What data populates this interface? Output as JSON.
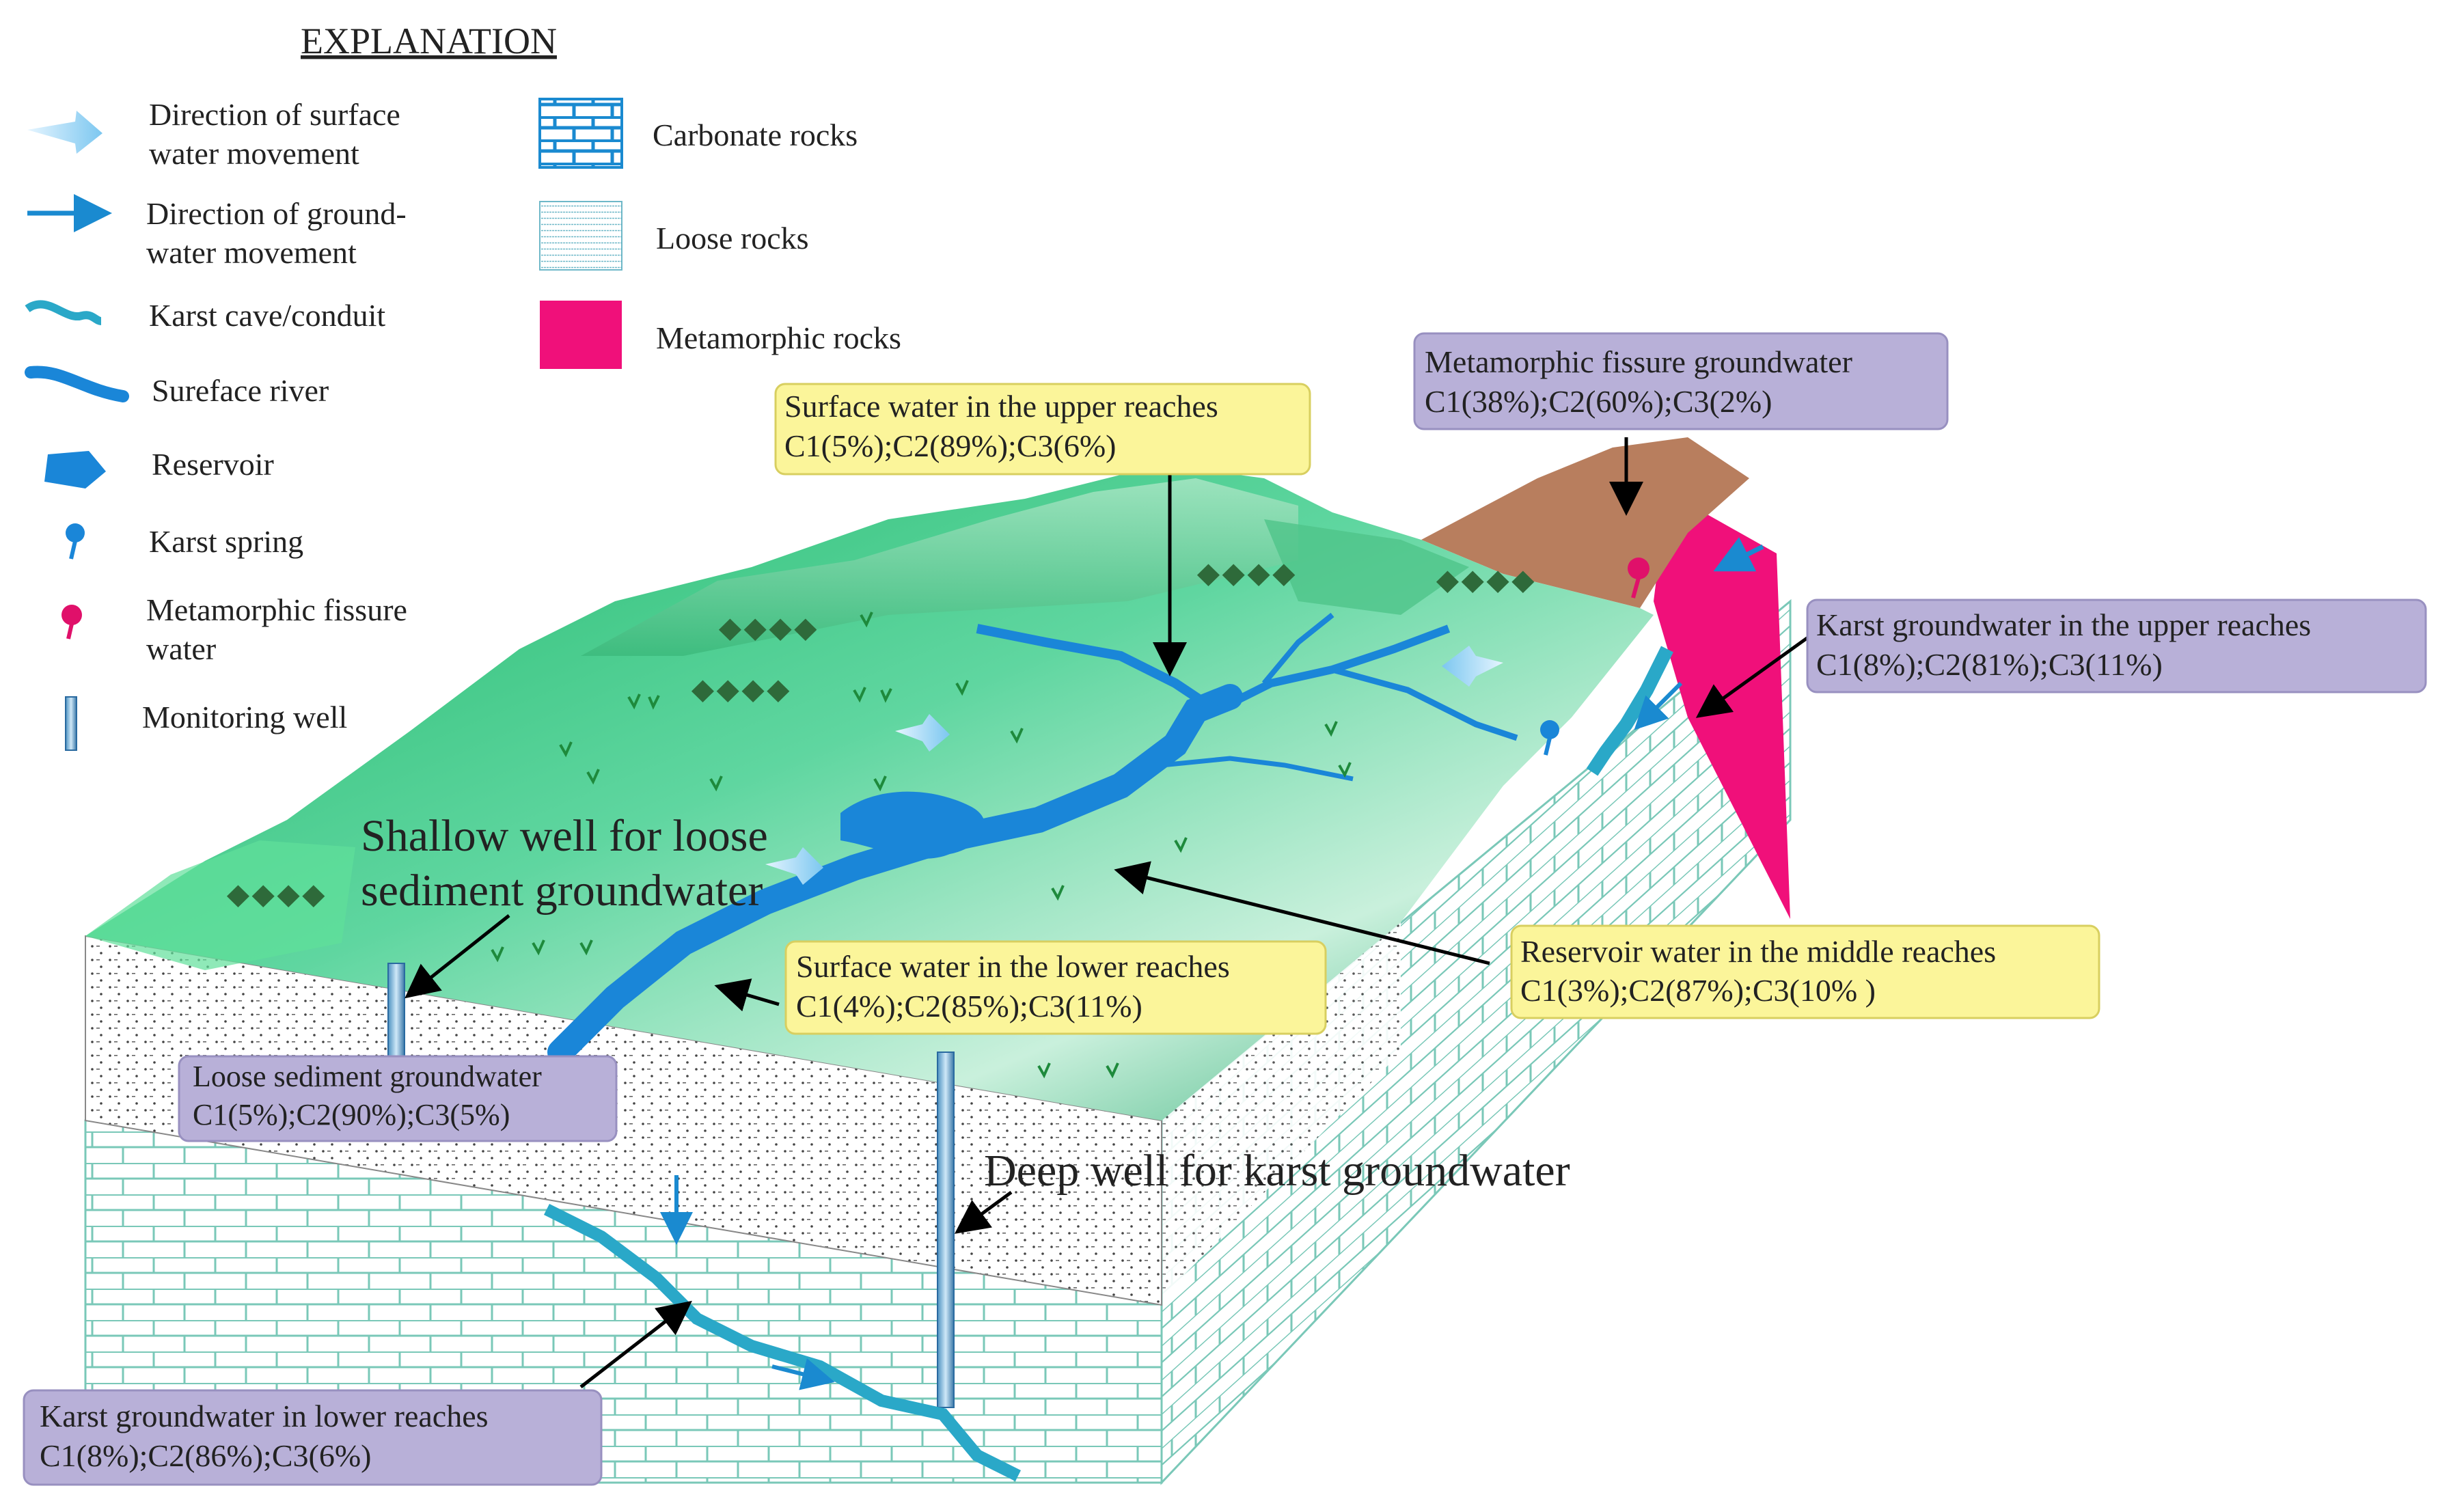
{
  "legend": {
    "title": "EXPLANATION",
    "items": [
      {
        "icon": "surface-flow-arrow-icon",
        "lines": [
          "Direction of surface",
          "water movement"
        ]
      },
      {
        "icon": "groundwater-flow-arrow-icon",
        "lines": [
          "Direction of ground-",
          "water movement"
        ]
      },
      {
        "icon": "karst-conduit-icon",
        "lines": [
          "Karst cave/conduit"
        ]
      },
      {
        "icon": "surface-river-icon",
        "lines": [
          "Sureface river"
        ]
      },
      {
        "icon": "reservoir-icon",
        "lines": [
          "Reservoir"
        ]
      },
      {
        "icon": "karst-spring-icon",
        "lines": [
          "Karst spring"
        ]
      },
      {
        "icon": "metamorphic-fissure-water-icon",
        "lines": [
          "Metamorphic fissure",
          "water"
        ]
      },
      {
        "icon": "monitoring-well-icon",
        "lines": [
          "Monitoring well"
        ]
      }
    ],
    "rock_items": [
      {
        "icon": "carbonate-rocks-swatch",
        "label": "Carbonate rocks"
      },
      {
        "icon": "loose-rocks-swatch",
        "label": "Loose rocks"
      },
      {
        "icon": "metamorphic-rocks-swatch",
        "label": "Metamorphic rocks"
      }
    ]
  },
  "callouts": {
    "metamorphic_fissure": {
      "lines": [
        "Metamorphic fissure groundwater",
        "C1(38%);C2(60%);C3(2%)"
      ]
    },
    "surface_upper": {
      "lines": [
        "Surface water in the upper reaches",
        "C1(5%);C2(89%);C3(6%)"
      ]
    },
    "karst_upper": {
      "lines": [
        "Karst groundwater in the upper reaches",
        "C1(8%);C2(81%);C3(11%)"
      ]
    },
    "reservoir_middle": {
      "lines": [
        "Reservoir water in the middle reaches",
        "C1(3%);C2(87%);C3(10% )"
      ]
    },
    "surface_lower": {
      "lines": [
        "Surface water in the lower reaches",
        "C1(4%);C2(85%);C3(11%)"
      ]
    },
    "loose_sediment": {
      "lines": [
        "Loose sediment groundwater",
        "C1(5%);C2(90%);C3(5%)"
      ]
    },
    "karst_lower": {
      "lines": [
        "Karst groundwater in lower reaches",
        "C1(8%);C2(86%);C3(6%)"
      ]
    }
  },
  "annotations": {
    "shallow_well": {
      "lines": [
        "Shallow well for loose",
        "sediment groundwater"
      ]
    },
    "deep_well": {
      "lines": [
        "Deep well for karst groundwater"
      ]
    }
  },
  "colors": {
    "callout_yellow": "#fbf59a",
    "callout_purple": "#b8b0d8",
    "water_blue": "#1a86d8",
    "metamorphic_pink": "#f0107a",
    "mountain_brown": "#b87e5e",
    "brick_green": "#7ac8b8"
  }
}
